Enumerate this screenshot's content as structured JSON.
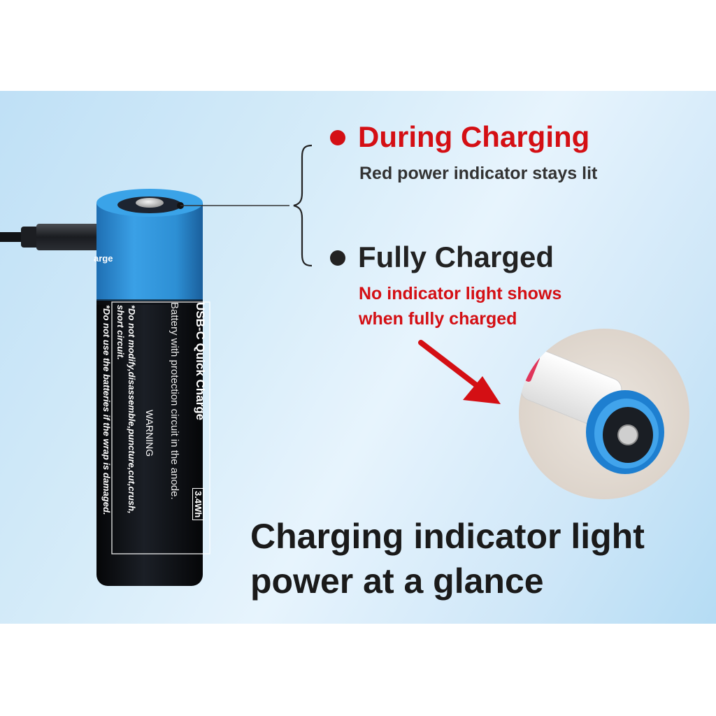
{
  "status_items": [
    {
      "title": "During Charging",
      "description": "Red power indicator stays lit",
      "title_color": "#d40f14",
      "description_color": "#333333",
      "dot_color": "#d40f14"
    },
    {
      "title": "Fully Charged",
      "description_line1": "No indicator light shows",
      "description_line2": "when fully charged",
      "title_color": "#222222",
      "description_color": "#d40f14",
      "dot_color": "#222222"
    }
  ],
  "battery": {
    "band_text": "arge",
    "label_title": "USB-C Quick Charge",
    "label_subtitle": "Battery with protection circuit in the anode.",
    "capacity": "3.4Wh",
    "warning_heading": "WARNING",
    "warning_line1": "*Do not modify,disassemble,puncture,cut,crush,",
    "warning_line2": "short circuit.",
    "warning_line3": "*Do not use the batteries if the wrap is damaged.",
    "body_color": "#0c0f14",
    "cap_color": "#2d8fd4"
  },
  "tagline": {
    "line1": "Charging indicator light",
    "line2": "power at a glance",
    "color": "#1a1a1a"
  },
  "accent_color": "#d40f14"
}
